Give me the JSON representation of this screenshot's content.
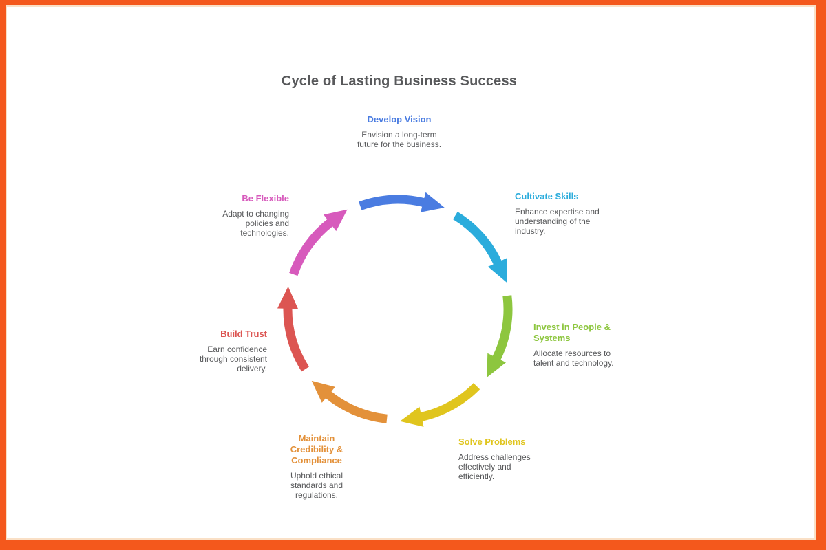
{
  "title": "Cycle of Lasting Business Success",
  "colors": {
    "frame": "#F4581C",
    "title_text": "#58595B",
    "body_text": "#58595B"
  },
  "diagram": {
    "steps": [
      {
        "id": "develop-vision",
        "label": "Develop Vision",
        "description": "Envision a long-term future for the business.",
        "color": "#4A7CE1"
      },
      {
        "id": "cultivate-skills",
        "label": "Cultivate Skills",
        "description": "Enhance expertise and understanding of the industry.",
        "color": "#2BACDC"
      },
      {
        "id": "invest-people-systems",
        "label": "Invest in People & Systems",
        "description": "Allocate resources to talent and technology.",
        "color": "#8DC63F"
      },
      {
        "id": "solve-problems",
        "label": "Solve Problems",
        "description": "Address challenges effectively and efficiently.",
        "color": "#E0C51E"
      },
      {
        "id": "maintain-credibility",
        "label": "Maintain Credibility & Compliance",
        "description": "Uphold ethical standards and regulations.",
        "color": "#E3913A"
      },
      {
        "id": "build-trust",
        "label": "Build Trust",
        "description": "Earn confidence through consistent delivery.",
        "color": "#DC5552"
      },
      {
        "id": "be-flexible",
        "label": "Be Flexible",
        "description": "Adapt to changing policies and technologies.",
        "color": "#D75ABC"
      }
    ]
  }
}
